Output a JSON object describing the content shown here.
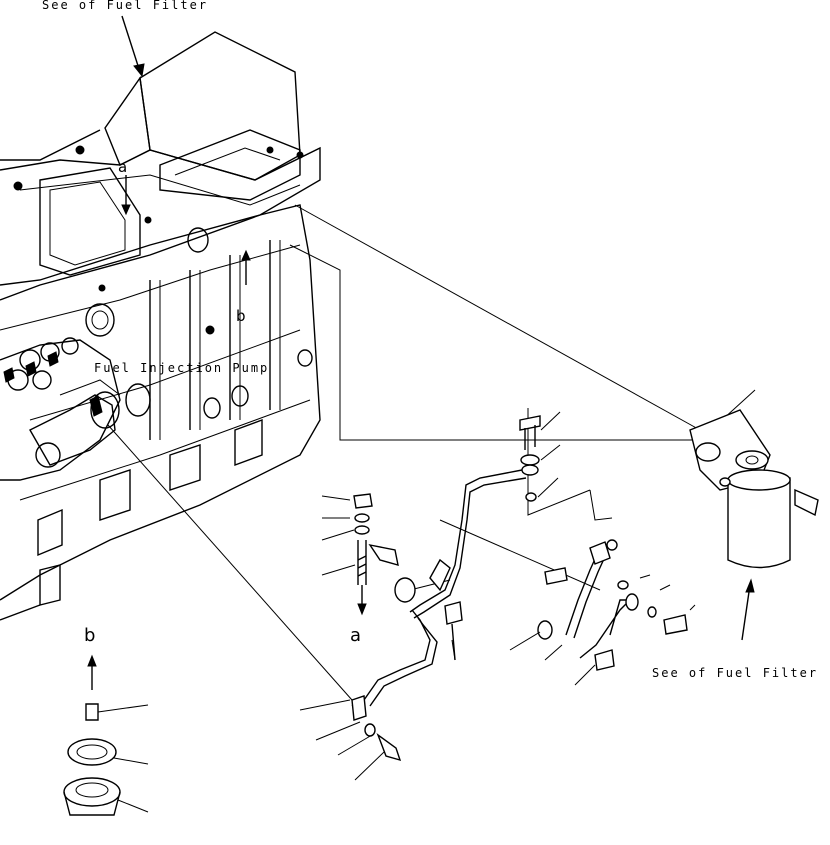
{
  "labels": {
    "top_filter": "See of Fuel Filter",
    "right_filter": "See of Fuel Filter",
    "pump": "Fuel Injection Pump",
    "ref_a": "a",
    "ref_b": "b",
    "ref_a_engine": "a",
    "ref_b_engine": "b"
  }
}
